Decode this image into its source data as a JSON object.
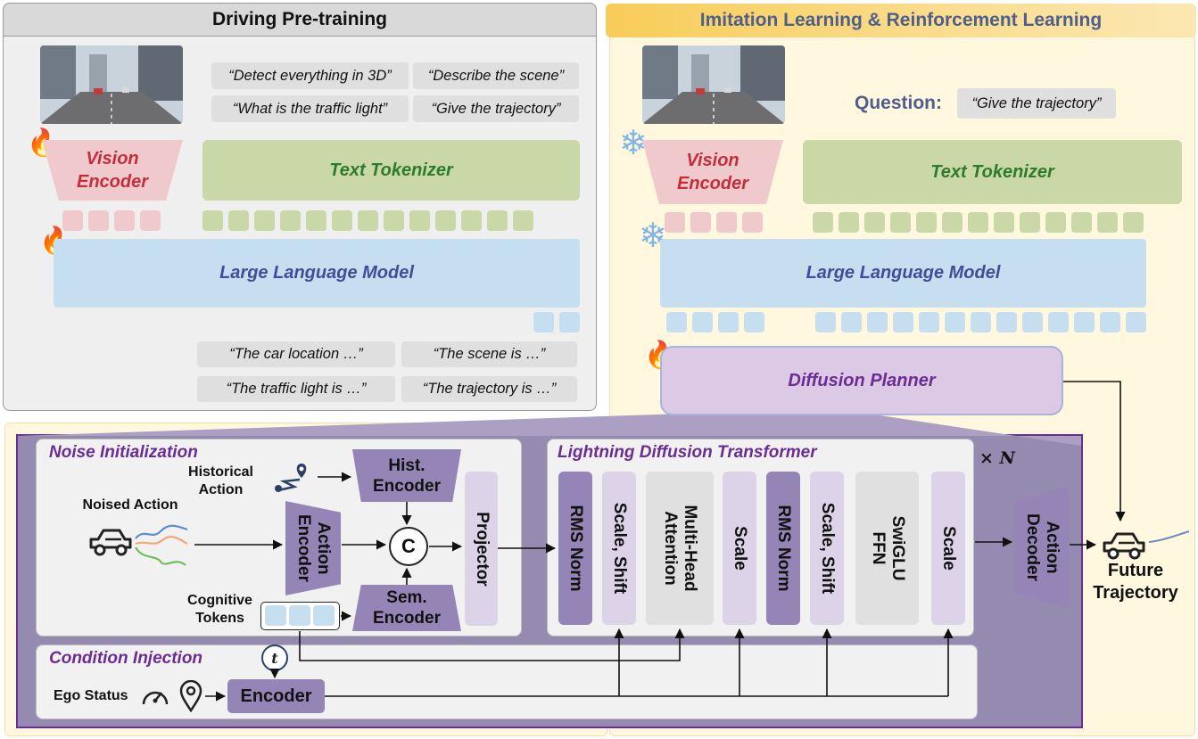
{
  "left_panel": {
    "title": "Driving Pre-training",
    "queries": [
      "“Detect everything in 3D”",
      "“Describe the scene”",
      "“What is the traffic light”",
      "“Give the trajectory”"
    ],
    "vision_encoder": [
      "Vision",
      "Encoder"
    ],
    "text_tokenizer": "Text Tokenizer",
    "llm": "Large Language Model",
    "answers": [
      "“The car location …”",
      "“The scene is  …”",
      "“The traffic light is …”",
      "“The trajectory is …”"
    ]
  },
  "right_panel": {
    "title": "Imitation Learning & Reinforcement Learning",
    "question_label": "Question:",
    "question": "“Give the trajectory”",
    "vision_encoder": [
      "Vision",
      "Encoder"
    ],
    "text_tokenizer": "Text Tokenizer",
    "llm": "Large Language Model",
    "diffusion_planner": "Diffusion Planner"
  },
  "noise_init": {
    "title": "Noise Initialization",
    "noised_action": "Noised Action",
    "historical_action": [
      "Historical",
      "Action"
    ],
    "hist_encoder": [
      "Hist.",
      "Encoder"
    ],
    "action_encoder": [
      "Action",
      "Encoder"
    ],
    "concat": "C",
    "sem_encoder": [
      "Sem.",
      "Encoder"
    ],
    "cognitive_tokens": [
      "Cognitive",
      "Tokens"
    ],
    "projector": "Projector"
  },
  "ldt": {
    "title": "Lightning Diffusion Transformer",
    "repeat": "× N",
    "layers": [
      "RMS Norm",
      "Scale, Shift",
      "Multi-Head\nAttention",
      "Scale",
      "RMS Norm",
      "Scale, Shift",
      "SwiGLU\nFFN",
      "Scale"
    ]
  },
  "action_decoder": [
    "Action",
    "Decoder"
  ],
  "output": [
    "Future",
    "Trajectory"
  ],
  "condition": {
    "title": "Condition Injection",
    "t": "t",
    "ego_status": "Ego Status",
    "encoder": "Encoder"
  },
  "icons": {
    "fire": "🔥",
    "snow": "❄"
  }
}
